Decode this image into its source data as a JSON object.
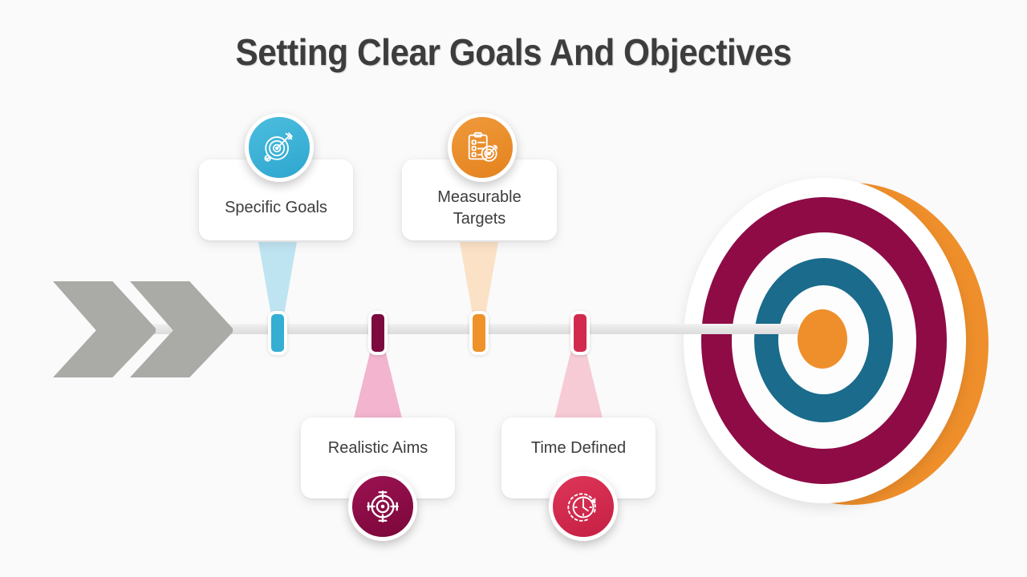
{
  "slide": {
    "title": "Setting Clear Goals And Objectives",
    "background_color": "#fafafa",
    "title_color": "#3d3d3d"
  },
  "arrow": {
    "name": "arrow-graphic",
    "shaft_color": "#e6e6e6",
    "fletching_color": "#aaaaa6"
  },
  "target": {
    "name": "bullseye-target",
    "rings": [
      {
        "label": "outer-orange-ring",
        "color": "#ef8f2b"
      },
      {
        "label": "white-shell",
        "color": "#ffffff"
      },
      {
        "label": "maroon-ring",
        "color": "#8e0b46"
      },
      {
        "label": "white-gap-outer",
        "color": "#fdfdfd"
      },
      {
        "label": "teal-ring",
        "color": "#1a6b8c"
      },
      {
        "label": "white-gap-inner",
        "color": "#fdfdfd"
      },
      {
        "label": "orange-bullseye",
        "color": "#ef8f2b"
      }
    ]
  },
  "steps": [
    {
      "id": "specific-goals",
      "label": "Specific Goals",
      "position": "top",
      "accent_color": "#35aed4",
      "cone_color": "#bfe4f1",
      "icon": "target-arrow-icon"
    },
    {
      "id": "measurable-targets",
      "label": "Measurable Targets",
      "position": "top",
      "accent_color": "#ef9229",
      "cone_color": "#fbe2c6",
      "icon": "clipboard-checklist-target-icon"
    },
    {
      "id": "realistic-aims",
      "label": "Realistic Aims",
      "position": "bottom",
      "accent_color": "#7c0a3e",
      "cone_color": "#f2b4ce",
      "icon": "crosshair-target-icon"
    },
    {
      "id": "time-defined",
      "label": "Time Defined",
      "position": "bottom",
      "accent_color": "#d22a4e",
      "cone_color": "#f6cbd6",
      "icon": "clock-arrow-icon"
    }
  ]
}
